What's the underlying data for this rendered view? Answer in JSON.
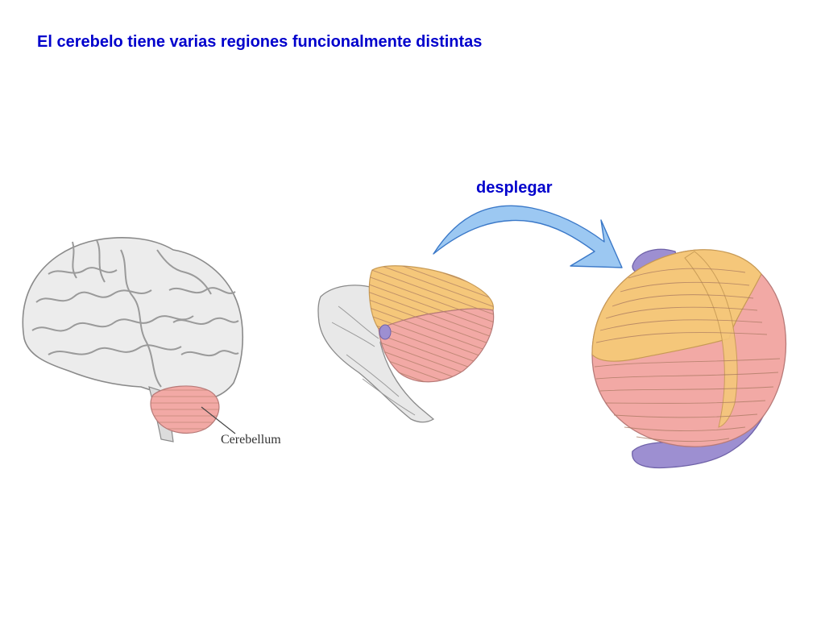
{
  "slide": {
    "title": "El cerebelo tiene varias regiones funcionalmente distintas",
    "arrow_label": "desplegar"
  },
  "figure": {
    "brain_label": "Cerebellum"
  },
  "colors": {
    "title_text": "#0000cc",
    "lobe_orange": "#f5c77a",
    "lobe_pink": "#f2a9a5",
    "flocculus_purple": "#9d8fd1",
    "arrow_fill": "#9cc8f2",
    "arrow_stroke": "#3a78c8",
    "brain_gray": "#ececec"
  }
}
